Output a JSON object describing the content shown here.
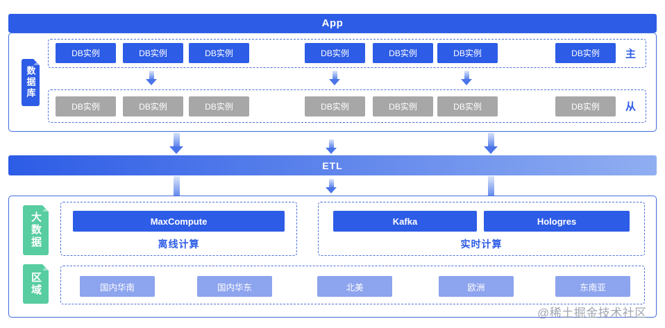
{
  "app_bar": {
    "label": "App"
  },
  "etl_bar": {
    "label": "ETL"
  },
  "database_section": {
    "label": "数据库",
    "master_row": {
      "boxes": [
        "DB实例",
        "DB实例",
        "DB实例",
        "DB实例",
        "DB实例",
        "DB实例",
        "DB实例"
      ],
      "tag": "主"
    },
    "slave_row": {
      "boxes": [
        "DB实例",
        "DB实例",
        "DB实例",
        "DB实例",
        "DB实例",
        "DB实例",
        "DB实例"
      ],
      "tag": "从"
    }
  },
  "bigdata_section": {
    "label": "大数据",
    "offline": {
      "boxes": [
        "MaxCompute"
      ],
      "caption": "离线计算"
    },
    "realtime": {
      "boxes": [
        "Kafka",
        "Hologres"
      ],
      "caption": "实时计算"
    }
  },
  "region_section": {
    "label": "区域",
    "regions": [
      "国内华南",
      "国内华东",
      "北美",
      "欧洲",
      "东南亚"
    ]
  },
  "watermark": "@稀土掘金技术社区",
  "colors": {
    "primary": "#2d5ce6",
    "border-blue": "#3f6ae0",
    "dash-blue": "#4a6fdd",
    "gray-box": "#a7a7a7",
    "green": "#57cda1",
    "region": "#8da4ee",
    "caption": "#2d5ce6",
    "etl-end": "#90aef1",
    "watermark": "#9097a3"
  }
}
